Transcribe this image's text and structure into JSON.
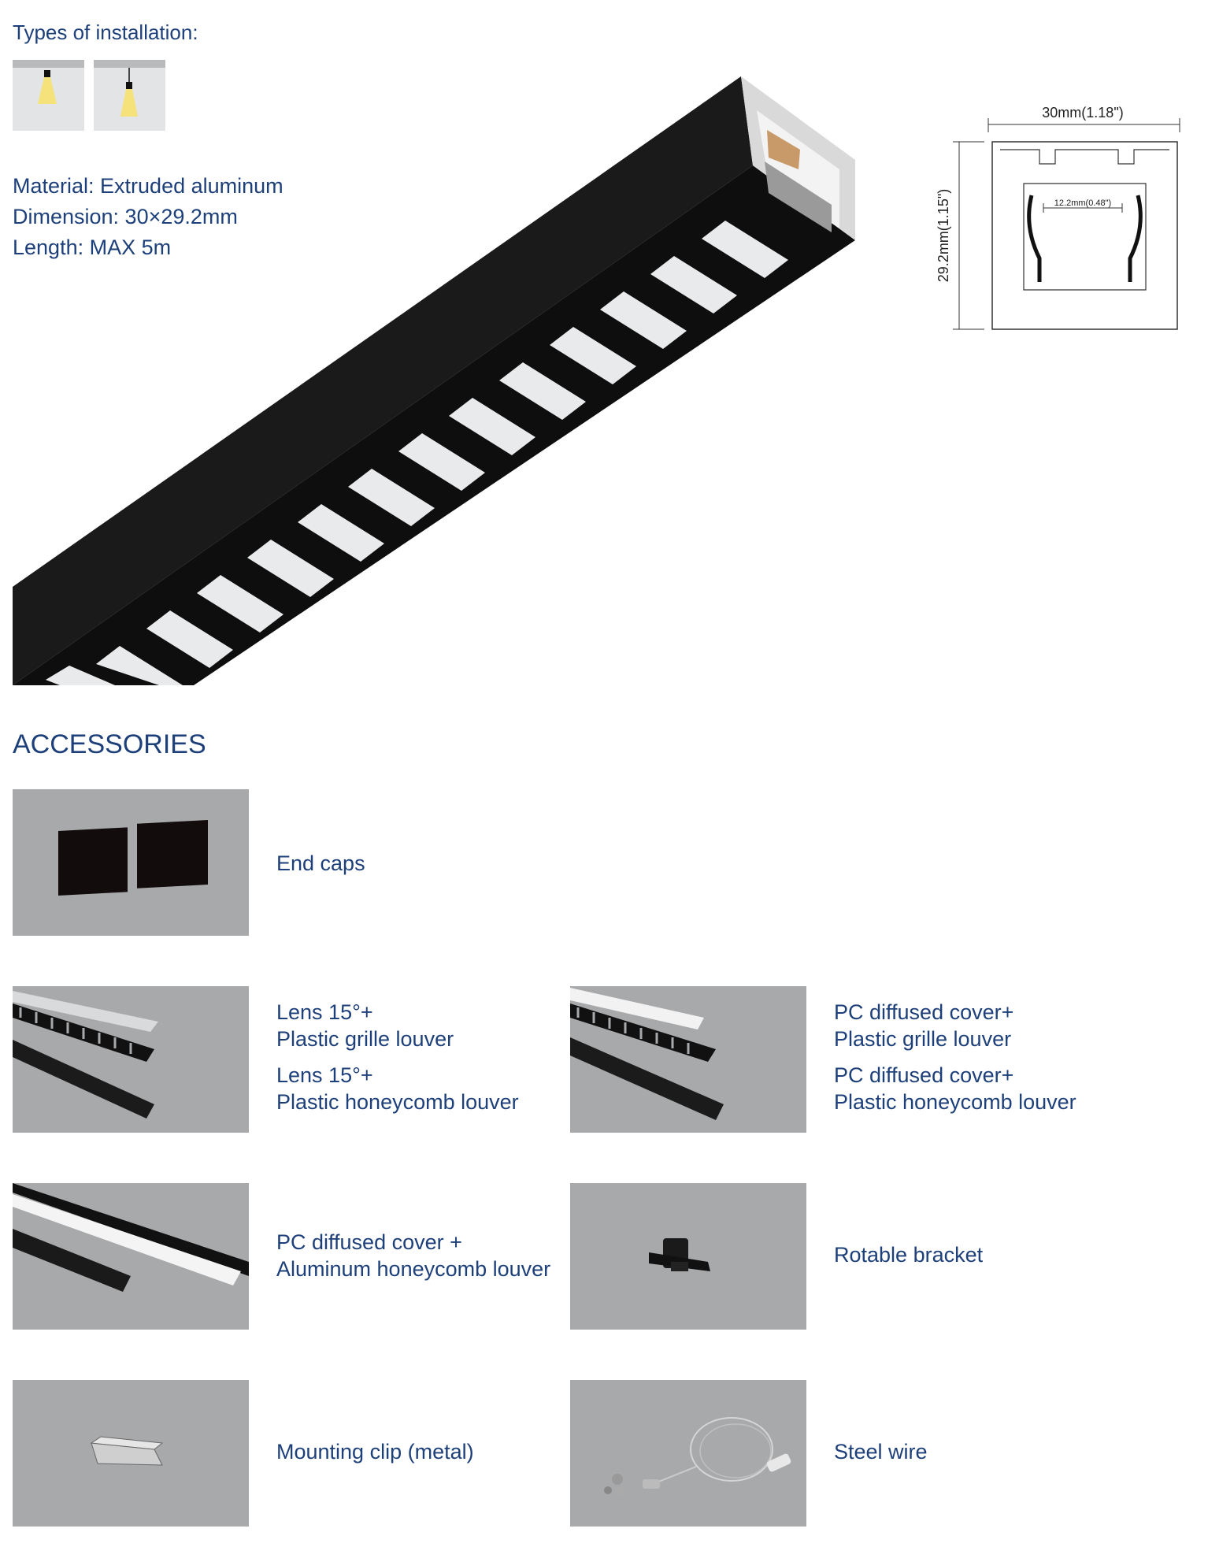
{
  "installation": {
    "title": "Types of installation:",
    "types": [
      "surface-mounted-icon",
      "suspended-icon"
    ]
  },
  "specs": {
    "material": "Material: Extruded aluminum",
    "dimension": "Dimension: 30×29.2mm",
    "length": "Length: MAX 5m"
  },
  "drawing": {
    "width_label": "30mm(1.18\")",
    "height_label": "29.2mm(1.15\")",
    "inner_label": "12.2mm(0.48\")"
  },
  "accessories": {
    "title": "ACCESSORIES",
    "items": [
      {
        "lines": [
          "End caps"
        ]
      },
      {
        "lines": [
          "Lens 15°+",
          "Plastic grille louver",
          "Lens 15°+",
          "Plastic honeycomb louver"
        ]
      },
      {
        "lines": [
          "PC diffused cover+",
          "Plastic grille louver",
          "PC diffused cover+",
          "Plastic honeycomb louver"
        ]
      },
      {
        "lines": [
          "PC diffused cover +",
          "Aluminum honeycomb louver"
        ]
      },
      {
        "lines": [
          "Rotable bracket"
        ]
      },
      {
        "lines": [
          "Mounting clip (metal)"
        ]
      },
      {
        "lines": [
          "Steel wire"
        ]
      }
    ]
  },
  "colors": {
    "text": "#1d3f7a",
    "photo_bg": "#a8a9ab",
    "profile": "#141414"
  }
}
